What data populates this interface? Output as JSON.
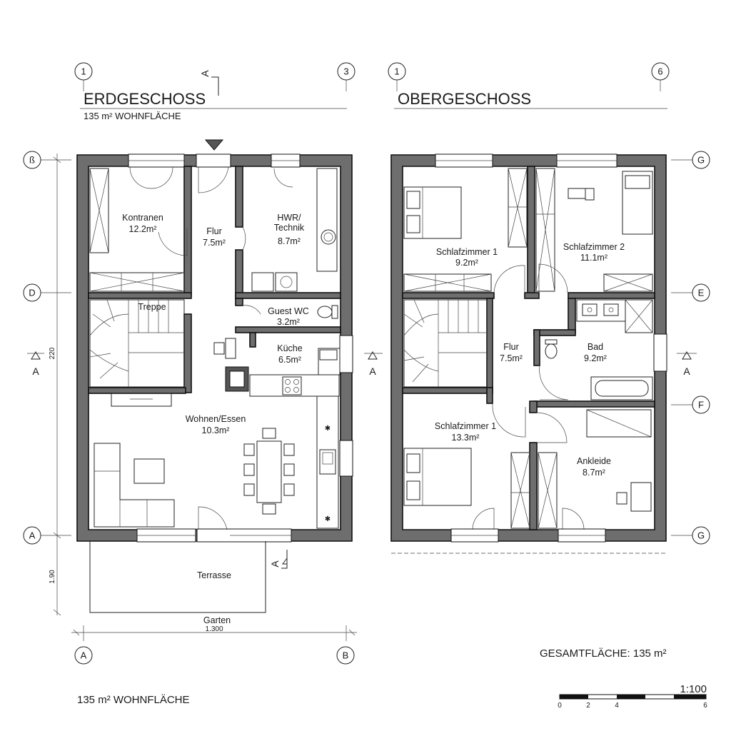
{
  "ground_floor": {
    "title": "ERDGESCHOSS",
    "subtitle": "135 m² WOHNFLÄCHE",
    "rooms": [
      {
        "name": "Kontranen",
        "area": "12.2m²"
      },
      {
        "name": "Flur",
        "area": "7.5m²"
      },
      {
        "name": "HWR/\nTechnik",
        "area": "8.7m²"
      },
      {
        "name": "Treppe",
        "area": ""
      },
      {
        "name": "Guest WC",
        "area": "3.2m²"
      },
      {
        "name": "Küche",
        "area": "6.5m²"
      },
      {
        "name": "Wohnen/Essen",
        "area": "10.3m²"
      },
      {
        "name": "Terrasse",
        "area": ""
      },
      {
        "name": "Garten",
        "area": ""
      }
    ],
    "grid_top": [
      "1",
      "3"
    ],
    "grid_bottom": [
      "A",
      "B"
    ],
    "grid_left": [
      "ß",
      "D",
      "A"
    ],
    "section_marks": [
      "A",
      "A"
    ],
    "dim_vertical_main": "220",
    "dim_vertical_terrace": "1.90",
    "dim_horizontal": "1.300"
  },
  "upper_floor": {
    "title": "OBERGESCHOSS",
    "rooms": [
      {
        "name": "Schlafzimmer 1",
        "area": "9.2m²"
      },
      {
        "name": "Schlafzimmer 2",
        "area": "11.1m²"
      },
      {
        "name": "Flur",
        "area": "7.5m²"
      },
      {
        "name": "Bad",
        "area": "9.2m²"
      },
      {
        "name": "Schlafzimmer 1",
        "area": "13.3m²"
      },
      {
        "name": "Ankleide",
        "area": "8.7m²"
      }
    ],
    "grid_top": [
      "1",
      "6"
    ],
    "grid_right": [
      "G",
      "E",
      "F",
      "G"
    ],
    "section_marks": [
      "A",
      "A"
    ]
  },
  "footer": {
    "wohnflaeche": "135 m² WOHNFLÄCHE",
    "gesamtflaeche": "GESAMTFLÄCHE: 135 m²",
    "scale": "1:100",
    "scale_ticks": [
      "0",
      "2",
      "4",
      "6"
    ]
  }
}
